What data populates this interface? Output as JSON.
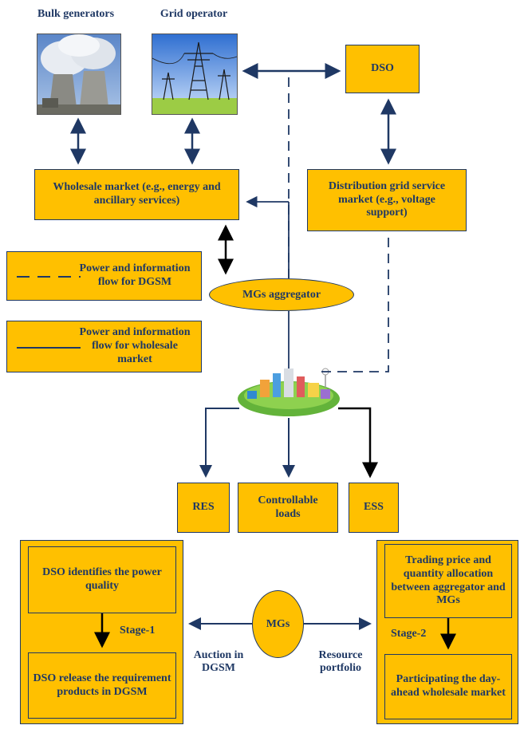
{
  "labels": {
    "bulk_generators": "Bulk generators",
    "grid_operator": "Grid operator"
  },
  "boxes": {
    "dso": "DSO",
    "wholesale_market": "Wholesale market (e.g., energy and ancillary services)",
    "dgsm": "Distribution grid service market (e.g., voltage support)",
    "aggregator": "MGs aggregator",
    "res": "RES",
    "controllable_loads": "Controllable loads",
    "ess": "ESS",
    "mgs": "MGs"
  },
  "legend": {
    "dashed": "Power and information flow for DGSM",
    "solid": "Power and information flow for wholesale market"
  },
  "stage1": {
    "step1": "DSO identifies the power quality",
    "label": "Stage-1",
    "step2": "DSO release the requirement products in DGSM"
  },
  "stage2": {
    "step1": "Trading price and quantity allocation between aggregator and MGs",
    "label": "Stage-2",
    "step2": "Participating the day-ahead wholesale market"
  },
  "arrow_labels": {
    "auction": "Auction in DGSM",
    "resource": "Resource portfolio"
  },
  "colors": {
    "box_fill": "#ffc000",
    "line": "#1f3864",
    "text": "#1f3864"
  }
}
